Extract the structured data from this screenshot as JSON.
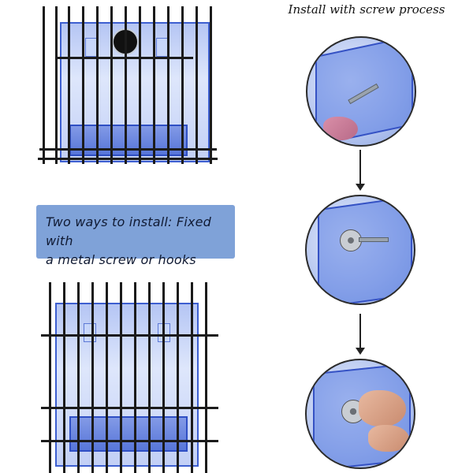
{
  "process": {
    "title": "Install with screw process"
  },
  "caption": {
    "line1": "Two ways to install: Fixed with",
    "line2": "a metal screw or hooks"
  },
  "steps": [
    {
      "name": "step-1"
    },
    {
      "name": "step-2"
    },
    {
      "name": "step-3"
    }
  ],
  "colors": {
    "feeder_blue": "#3d5fd0",
    "caption_bg": "#7fa2d8",
    "cage_bar": "#1b1b1b"
  }
}
